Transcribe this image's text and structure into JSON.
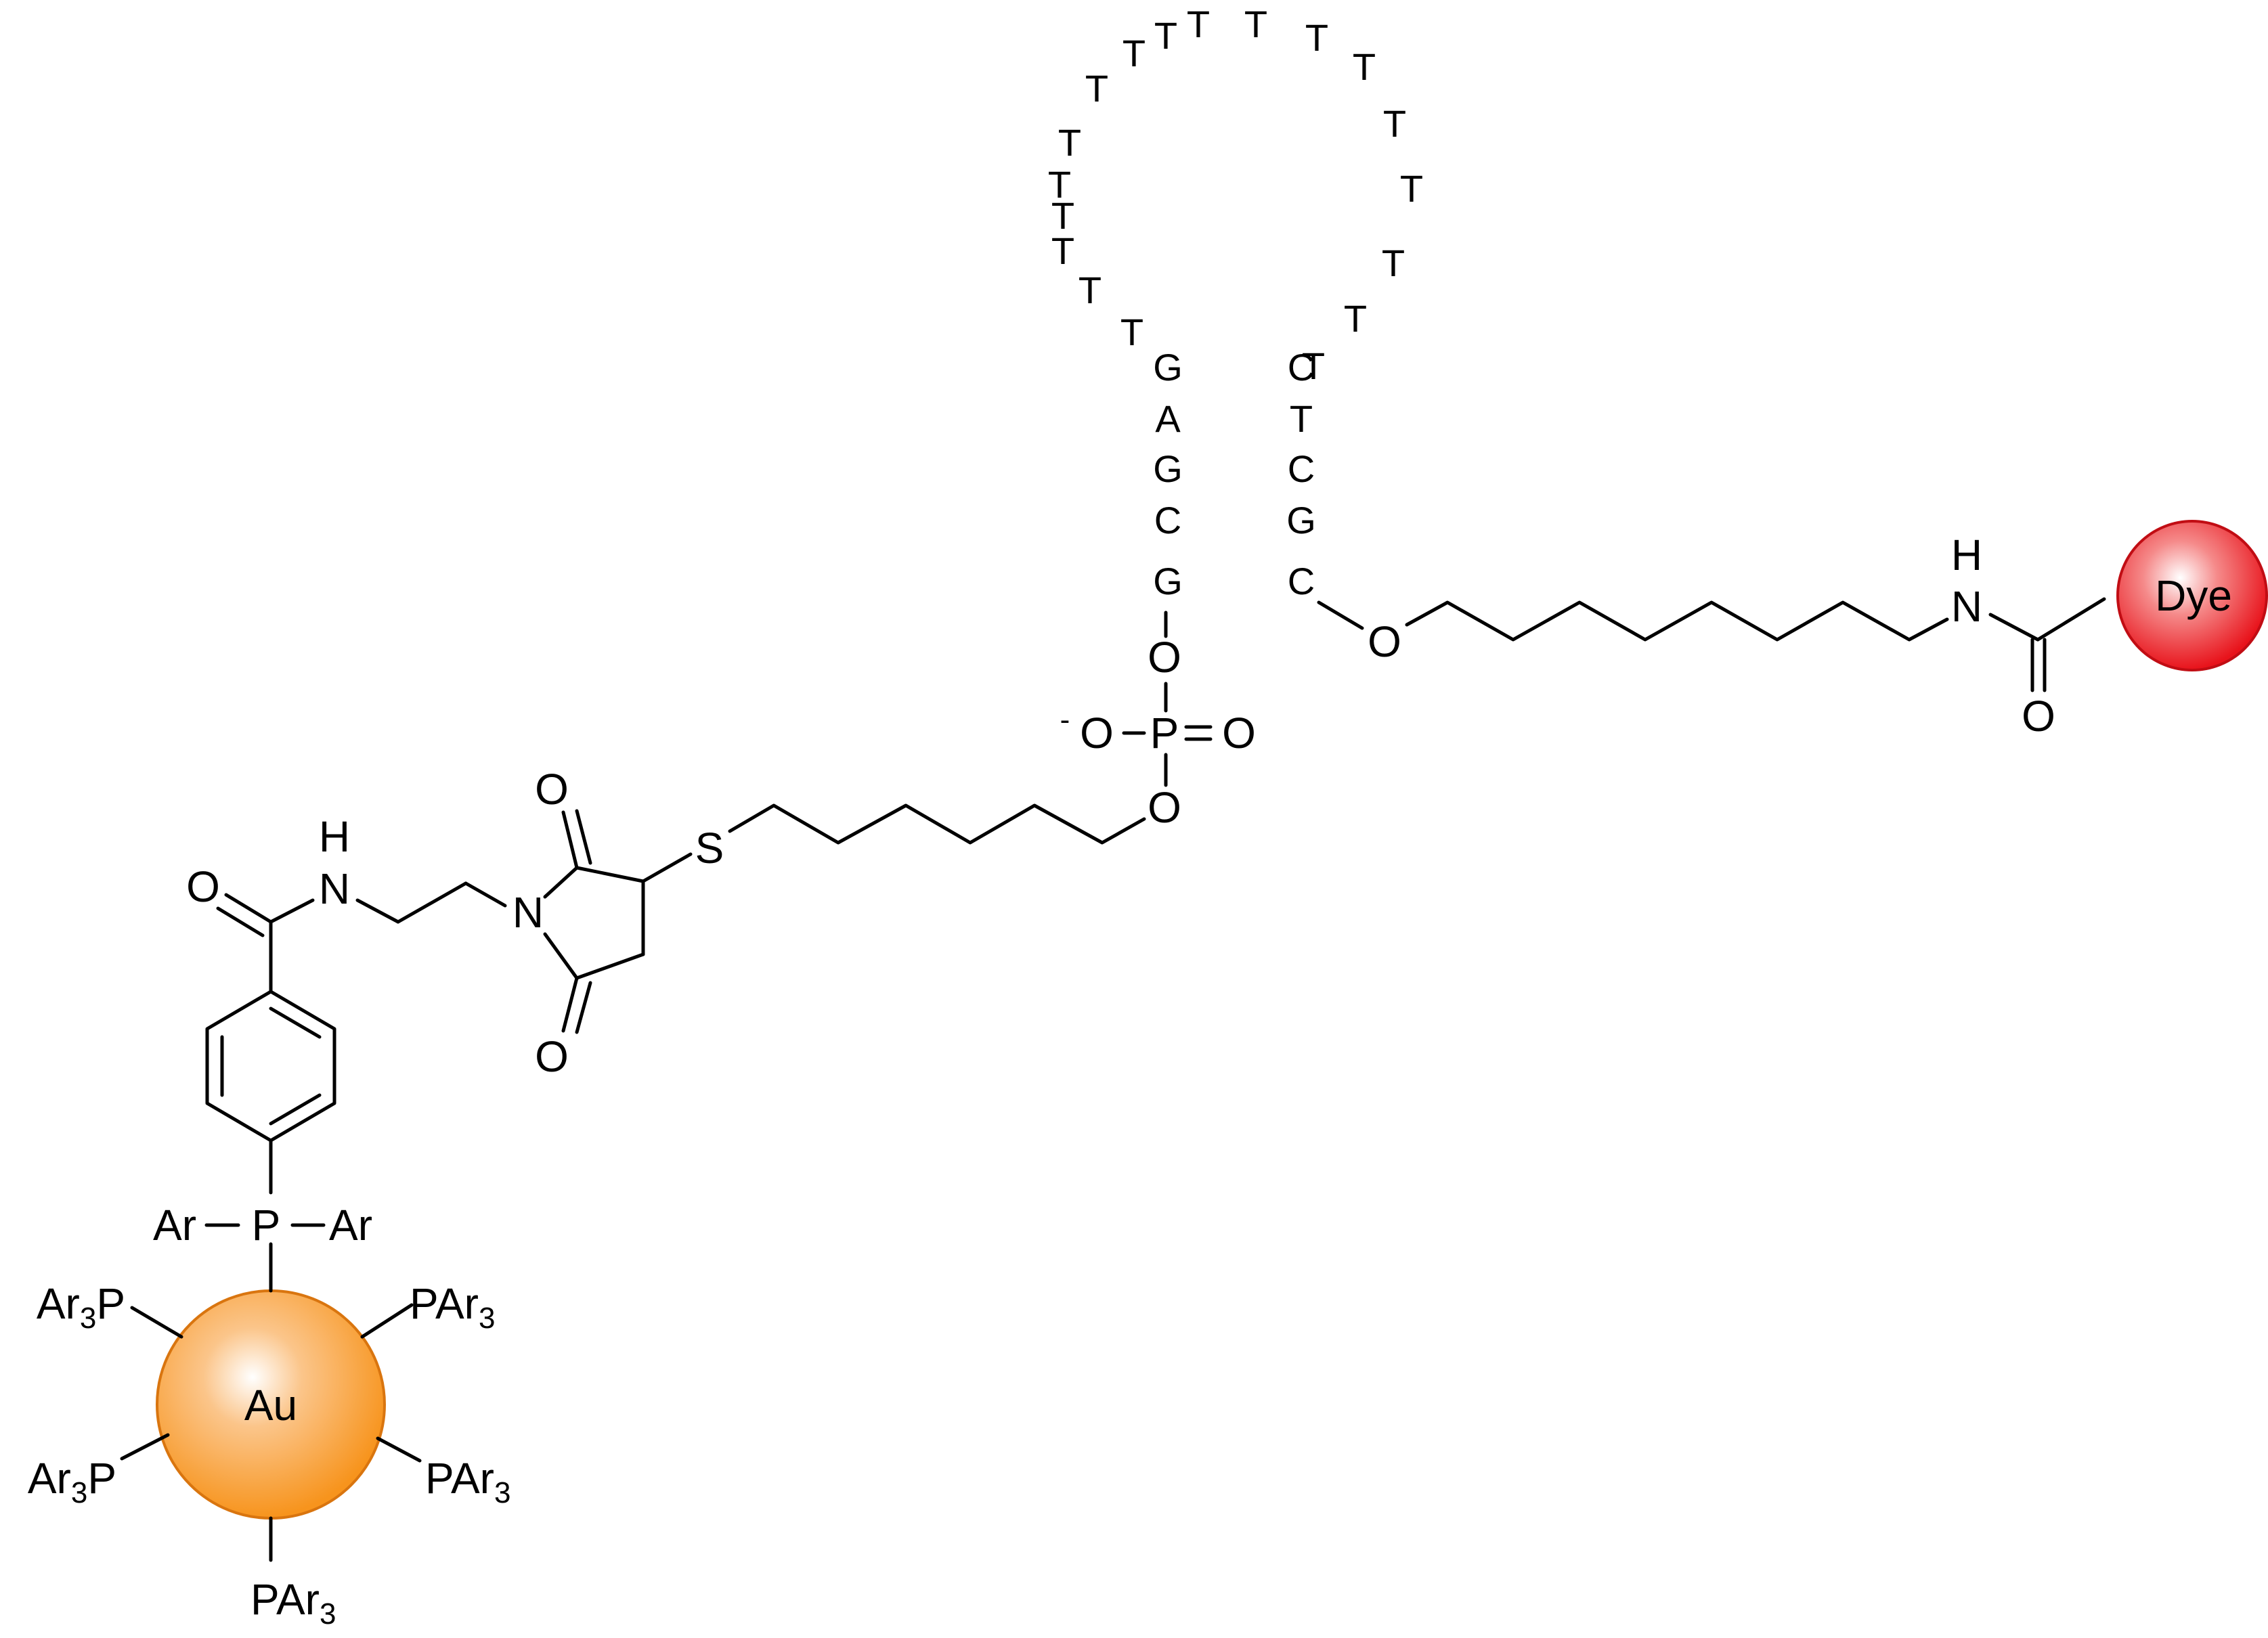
{
  "diagram": {
    "nanoparticle": {
      "label": "Au",
      "color": "#f7941d",
      "ligands": [
        {
          "pre": "Ar",
          "sub": "3",
          "post": "P"
        },
        {
          "pre": "PAr",
          "sub": "3",
          "post": ""
        },
        {
          "pre": "Ar",
          "sub": "3",
          "post": "P"
        },
        {
          "pre": "PAr",
          "sub": "3",
          "post": ""
        },
        {
          "pre": "PAr",
          "sub": "3",
          "post": ""
        }
      ]
    },
    "phosphine": {
      "p": "P",
      "ar_left": "Ar",
      "ar_right": "Ar"
    },
    "amide_linker": {
      "o": "O",
      "n": "N",
      "h": "H"
    },
    "maleimide": {
      "o_top": "O",
      "o_bottom": "O",
      "n": "N",
      "s": "S"
    },
    "phosphate": {
      "charge": "-",
      "o_minus": "O",
      "p": "P",
      "o_double": "O",
      "o_top": "O",
      "o_bottom": "O"
    },
    "stem_left": [
      "G",
      "A",
      "G",
      "C",
      "G"
    ],
    "loop_left": [
      "T",
      "T",
      "T",
      "T",
      "T",
      "T",
      "T",
      "T"
    ],
    "loop_top": [
      "T",
      "T",
      "T",
      "T",
      "T"
    ],
    "loop_right": [
      "T",
      "T",
      "T",
      "T",
      "T"
    ],
    "stem_right": [
      "C",
      "T",
      "C",
      "G",
      "C"
    ],
    "dye_linker": {
      "o": "O",
      "n": "N",
      "h": "H",
      "o_carbonyl": "O"
    },
    "dye": {
      "label": "Dye",
      "color": "#e8131b"
    }
  }
}
